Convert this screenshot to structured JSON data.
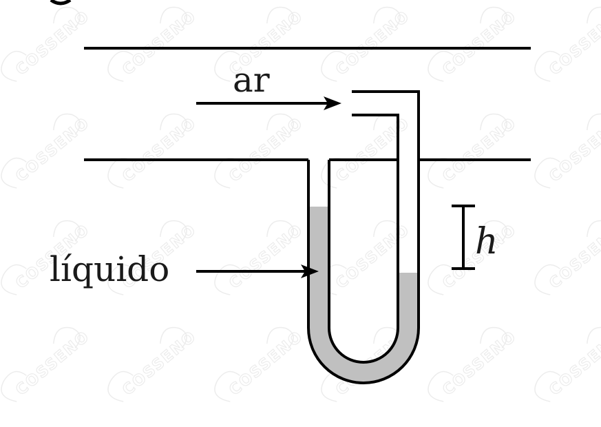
{
  "diagram": {
    "labels": {
      "air": "ar",
      "liquid": "líquido",
      "height": "h"
    },
    "watermark": "COSSENO",
    "colors": {
      "line": "#000000",
      "liquid_fill": "#c0c0c0",
      "background": "#ffffff",
      "watermark": "#ececec"
    }
  }
}
